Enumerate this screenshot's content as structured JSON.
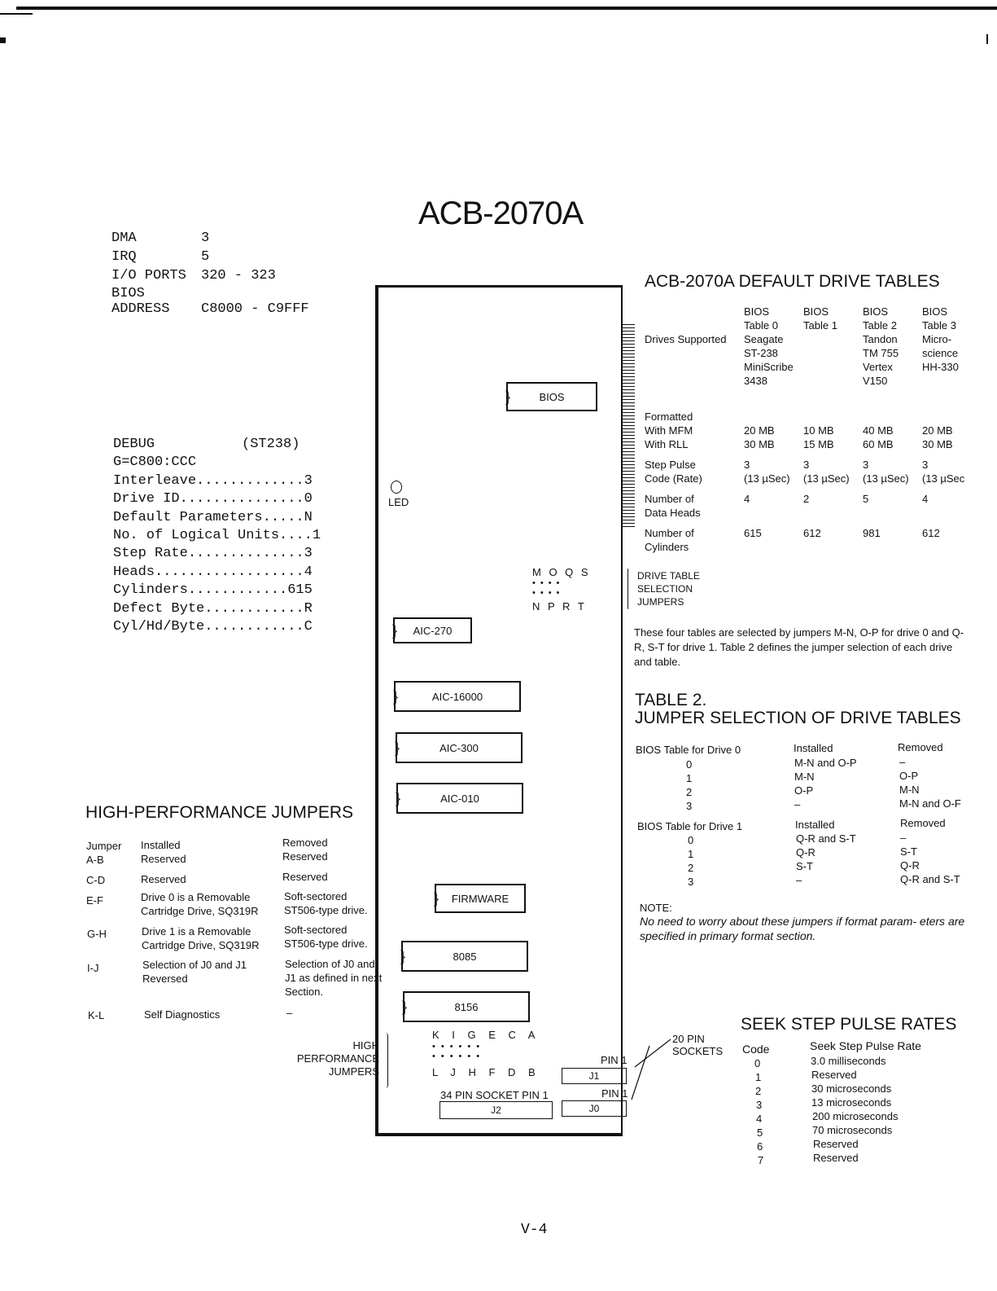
{
  "title": "ACB-2070A",
  "page_number": "V-4",
  "config": [
    {
      "key": "DMA",
      "value": "3"
    },
    {
      "key": "IRQ",
      "value": "5"
    },
    {
      "key": "I/O PORTS",
      "value": "320 - 323"
    },
    {
      "key": "BIOS ADDRESS",
      "value": "C8000 - C9FFF"
    }
  ],
  "debug": {
    "heading": "DEBUG",
    "model": "(ST238)",
    "command": "G=C800:CCC",
    "lines": [
      "Interleave.............3",
      "Drive ID...............0",
      "Default Parameters.....N",
      "No. of Logical Units....1",
      "Step Rate..............3",
      "Heads..................4",
      "Cylinders............615",
      "Defect Byte............R",
      "Cyl/Hd/Byte............C"
    ]
  },
  "board": {
    "led": "LED",
    "chips": {
      "bios": "BIOS",
      "aic270": "AIC-270",
      "aic16000": "AIC-16000",
      "aic300": "AIC-300",
      "aic010": "AIC-010",
      "firmware": "FIRMWARE",
      "c8085": "8085",
      "c8156": "8156"
    },
    "jumpers_top": "M O Q S",
    "jumpers_bottom": "N P R T",
    "hp_jumpers_top": "K I G E C A",
    "hp_jumpers_bottom": "L J H F D B",
    "socket34": "34 PIN SOCKET  PIN 1",
    "j2": "J2",
    "j1": "J1",
    "j0": "J0",
    "pin1_a": "PIN 1",
    "pin1_b": "PIN 1",
    "sockets20": "20 PIN\nSOCKETS",
    "hp_label": "HIGH\nPERFORMANCE\nJUMPERS",
    "dts_label": "DRIVE TABLE\nSELECTION\nJUMPERS"
  },
  "default_tables": {
    "heading": "ACB-2070A DEFAULT DRIVE TABLES",
    "columns": [
      "BIOS\nTable 0",
      "BIOS\nTable 1",
      "BIOS\nTable 2",
      "BIOS\nTable 3"
    ],
    "rows": [
      {
        "label": "Drives Supported",
        "values": [
          "Seagate\nST-238\nMiniScribe\n3438",
          "",
          "Tandon\nTM 755\nVertex\nV150",
          "Micro-\nscience\nHH-330"
        ]
      },
      {
        "label": "Formatted\nWith MFM\nWith RLL",
        "values": [
          "\n20 MB\n30 MB",
          "\n10 MB\n15 MB",
          "\n40 MB\n60 MB",
          "\n20 MB\n30 MB"
        ]
      },
      {
        "label": "Step Pulse\nCode (Rate)",
        "values": [
          "3\n(13 µSec)",
          "3\n(13 µSec)",
          "3\n(13 µSec)",
          "3\n(13 µSec"
        ]
      },
      {
        "label": "Number of\nData Heads",
        "values": [
          "4",
          "2",
          "5",
          "4"
        ]
      },
      {
        "label": "Number of\nCylinders",
        "values": [
          "615",
          "612",
          "981",
          "612"
        ]
      }
    ],
    "note": "These four tables are selected by jumpers M-N, O-P for drive 0 and Q-R, S-T for drive 1. Table 2 defines the jumper selection of each drive and table."
  },
  "table2": {
    "heading1": "TABLE 2.",
    "heading2": "JUMPER SELECTION OF DRIVE TABLES",
    "drive0": {
      "label": "BIOS Table for Drive 0",
      "installed": "Installed",
      "removed": "Removed",
      "rows": [
        [
          "0",
          "M-N and O-P",
          "–"
        ],
        [
          "1",
          "M-N",
          "O-P"
        ],
        [
          "2",
          "O-P",
          "M-N"
        ],
        [
          "3",
          "–",
          "M-N and O-F"
        ]
      ]
    },
    "drive1": {
      "label": "BIOS Table for Drive 1",
      "installed": "Installed",
      "removed": "Removed",
      "rows": [
        [
          "0",
          "Q-R and S-T",
          "–"
        ],
        [
          "1",
          "Q-R",
          "S-T"
        ],
        [
          "2",
          "S-T",
          "Q-R"
        ],
        [
          "3",
          "–",
          "Q-R and S-T"
        ]
      ]
    },
    "note_label": "NOTE:",
    "note": "No need to worry about these jumpers if format param- eters are specified in primary format section."
  },
  "hp_jumpers": {
    "heading": "HIGH-PERFORMANCE JUMPERS",
    "headers": [
      "Jumper",
      "Installed",
      "Removed"
    ],
    "rows": [
      [
        "A-B",
        "Reserved",
        "Reserved"
      ],
      [
        "C-D",
        "Reserved",
        "Reserved"
      ],
      [
        "E-F",
        "Drive 0 is a Removable Cartridge Drive, SQ319R",
        "Soft-sectored ST506-type drive."
      ],
      [
        "G-H",
        "Drive 1 is a Removable Cartridge Drive, SQ319R",
        "Soft-sectored ST506-type drive."
      ],
      [
        "I-J",
        "Selection of J0 and J1 Reversed",
        "Selection of J0 and J1 as defined in next Section."
      ],
      [
        "K-L",
        "Self Diagnostics",
        "–"
      ]
    ]
  },
  "seek_rates": {
    "heading": "SEEK STEP PULSE RATES",
    "headers": [
      "Code",
      "Seek Step Pulse Rate"
    ],
    "rows": [
      [
        "0",
        "3.0 milliseconds"
      ],
      [
        "1",
        "Reserved"
      ],
      [
        "2",
        "30 microseconds"
      ],
      [
        "3",
        "13 microseconds"
      ],
      [
        "4",
        "200 microseconds"
      ],
      [
        "5",
        "70 microseconds"
      ],
      [
        "6",
        "Reserved"
      ],
      [
        "7",
        "Reserved"
      ]
    ]
  }
}
